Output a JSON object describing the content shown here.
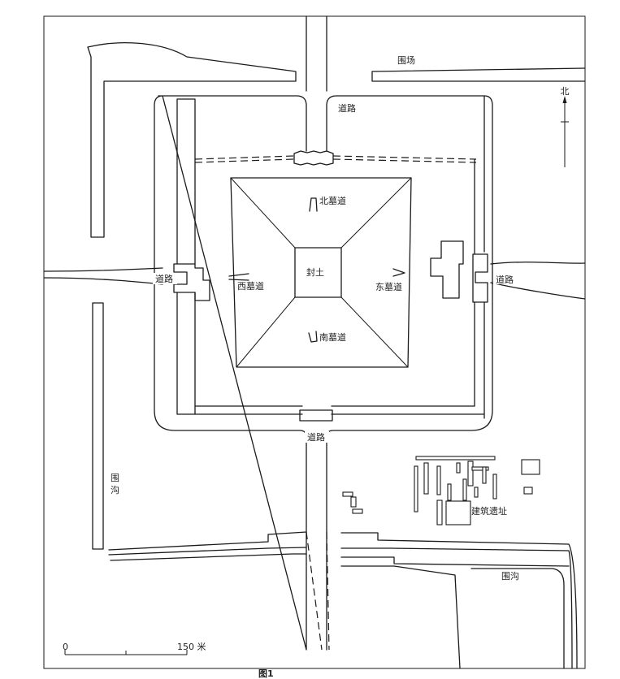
{
  "labels": {
    "north_arrow": "北",
    "enclosure_yard": "围场",
    "road_north": "道路",
    "road_west": "道路",
    "road_east": "道路",
    "road_south": "道路",
    "mound": "封土",
    "north_passage": "北墓道",
    "south_passage": "南墓道",
    "west_passage": "西墓道",
    "east_passage": "东墓道",
    "moat_west_1": "围",
    "moat_west_2": "沟",
    "moat_south": "围沟",
    "building_site": "建筑遗址"
  },
  "scale_bar": {
    "start_label": "0",
    "end_label": "150 米"
  },
  "caption": "图1"
}
